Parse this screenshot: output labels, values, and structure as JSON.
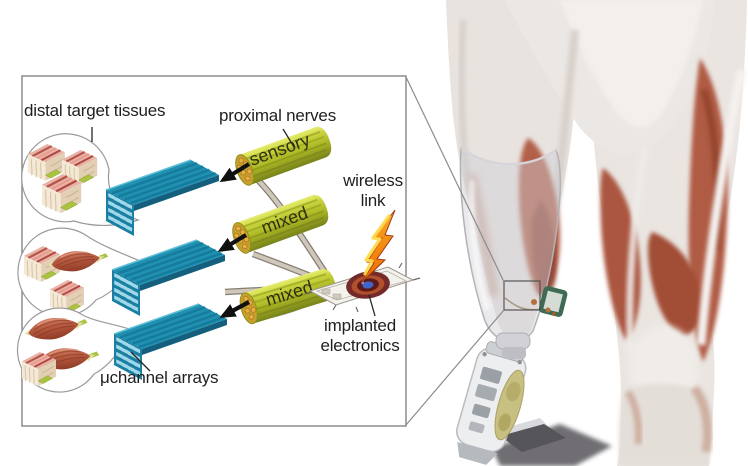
{
  "inset": {
    "labels": {
      "distal_target_tissues": "distal target tissues",
      "proximal_nerves": "proximal nerves",
      "wireless_link": "wireless link",
      "implanted_electronics": "implanted electronics",
      "microchannel_arrays": "μchannel arrays"
    },
    "nerves": [
      {
        "label": "sensory"
      },
      {
        "label": "mixed"
      },
      {
        "label": "mixed"
      }
    ]
  },
  "colors": {
    "nerve_yellow_green": "#b9c32c",
    "microchannel_teal": "#1f8fb2",
    "bolt_orange": "#f08a1e",
    "bolt_yellow": "#ffd94a",
    "muscle_red": "#ab5640",
    "coil_maroon": "#6d1f1f",
    "coil_blue": "#3f66c8",
    "box_border": "#8c8c8c"
  },
  "icons": {
    "wireless_link_icon": "lightning-bolt-icon"
  }
}
